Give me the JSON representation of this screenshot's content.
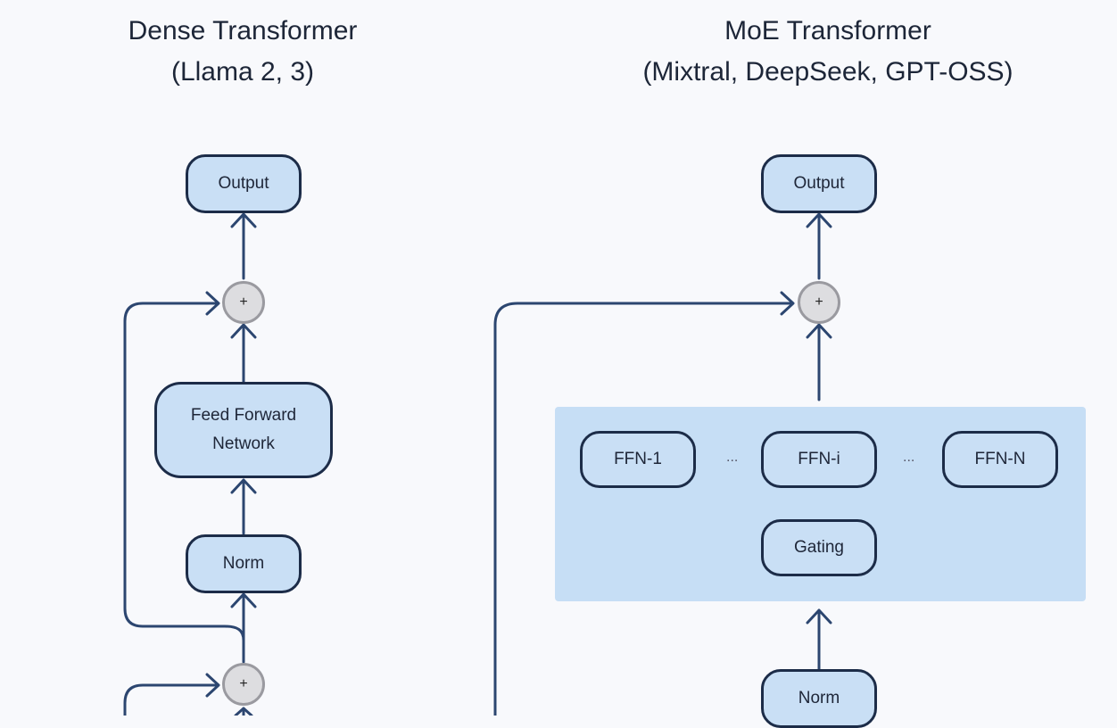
{
  "left": {
    "title_line1": "Dense Transformer",
    "title_line2": "(Llama 2, 3)",
    "output_label": "Output",
    "add_symbol": "+",
    "ffn_label_line1": "Feed Forward",
    "ffn_label_line2": "Network",
    "norm_label": "Norm"
  },
  "right": {
    "title_line1": "MoE Transformer",
    "title_line2": "(Mixtral, DeepSeek, GPT-OSS)",
    "output_label": "Output",
    "add_symbol": "+",
    "experts": [
      "FFN-1",
      "FFN-i",
      "FFN-N"
    ],
    "ellipsis": "...",
    "gating_label": "Gating",
    "norm_label": "Norm"
  },
  "colors": {
    "box_fill": "#c9dff5",
    "box_border": "#1c2c48",
    "arrow": "#2c4670",
    "add_fill": "#dddde0"
  }
}
